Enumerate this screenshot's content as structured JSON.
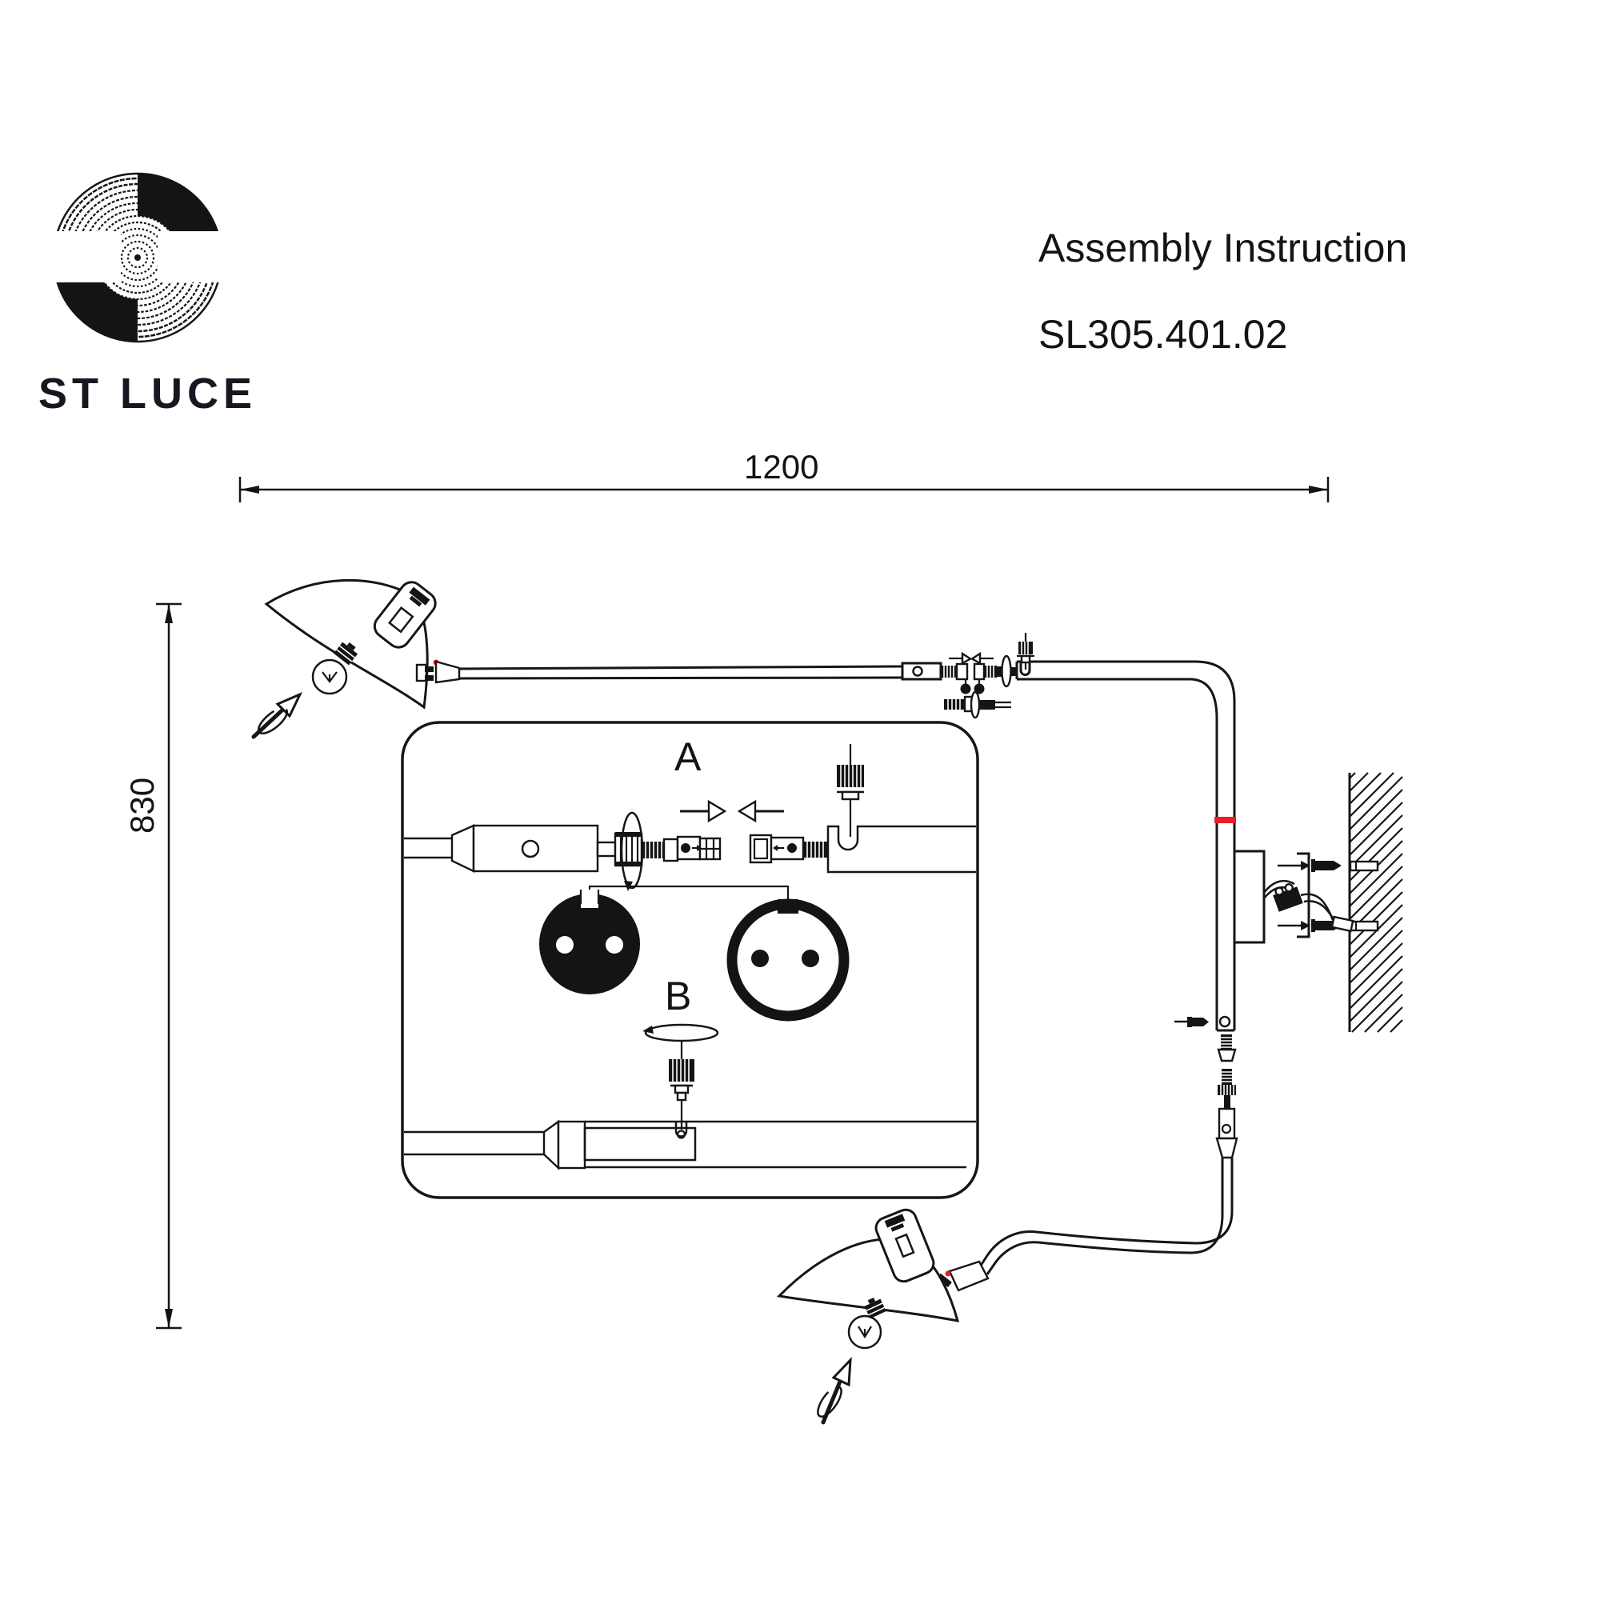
{
  "header": {
    "brand": "ST LUCE",
    "title": "Assembly Instruction",
    "model": "SL305.401.02"
  },
  "dimensions": {
    "width_mm": "1200",
    "height_mm": "830"
  },
  "details": {
    "step_a": "A",
    "step_b": "B"
  },
  "colors": {
    "line": "#161616",
    "accent_red": "#EC1C24",
    "background": "#FFFFFF"
  }
}
